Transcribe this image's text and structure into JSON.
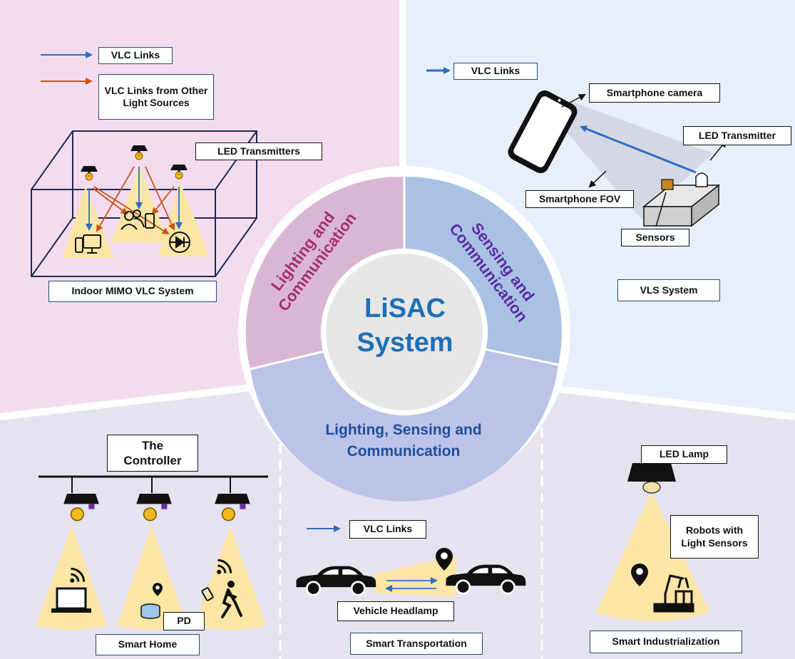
{
  "center": {
    "line1": "LiSAC",
    "line2": "System"
  },
  "ring": {
    "lighting_comm": {
      "line1": "Lighting and",
      "line2": "Communication"
    },
    "sensing_comm": {
      "line1": "Sensing and",
      "line2": "Communication"
    },
    "lsc": {
      "line1": "Lighting, Sensing and",
      "line2": "Communication"
    }
  },
  "panels": {
    "mimo": {
      "legend_vlc": "VLC Links",
      "legend_other": "VLC Links from Other Light Sources",
      "led_transmitters": "LED Transmitters",
      "title": "Indoor MIMO VLC System"
    },
    "vls": {
      "legend_vlc": "VLC Links",
      "smartphone_camera": "Smartphone camera",
      "led_transmitter": "LED Transmitter",
      "smartphone_fov": "Smartphone FOV",
      "sensors": "Sensors",
      "title": "VLS System"
    },
    "home": {
      "controller_line1": "The",
      "controller_line2": "Controller",
      "pd": "PD",
      "title": "Smart Home"
    },
    "transport": {
      "legend_vlc": "VLC Links",
      "headlamp": "Vehicle Headlamp",
      "title": "Smart Transportation"
    },
    "industry": {
      "led_lamp": "LED Lamp",
      "robots_line1": "Robots with",
      "robots_line2": "Light Sensors",
      "title": "Smart Industrialization"
    }
  },
  "colors": {
    "pink_bg": "#f3dcee",
    "blue_bg": "#e7effd",
    "lavender_bg": "#e6e2ef",
    "ring_pink": "#d9b7d4",
    "ring_blue": "#a9c2e4",
    "ring_lavender": "#bcc3e8",
    "center_fill": "#e6e6e6",
    "text_blue": "#1f6fb5",
    "text_magenta": "#a3306f",
    "text_purple": "#5a2ca0",
    "text_navy": "#1f4e9c",
    "arrow_blue": "#2e6cc2",
    "arrow_orange": "#c8541b",
    "light_cone": "#fbe6a6",
    "bulb": "#f2b81d"
  }
}
